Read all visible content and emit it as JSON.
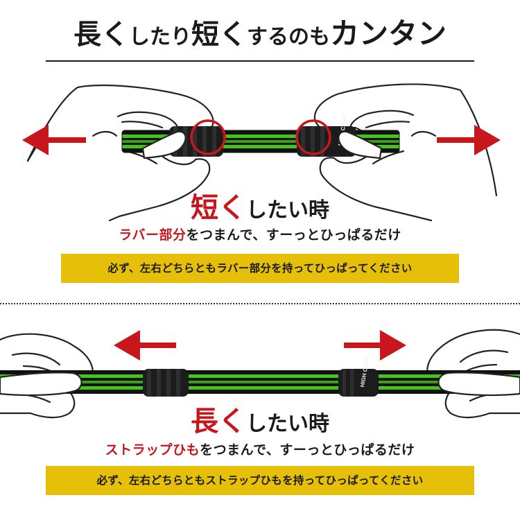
{
  "title": {
    "part1": "長く",
    "part2": "したり",
    "part3": "短く",
    "part4": "するのも",
    "part5": "カンタン"
  },
  "shorten": {
    "heading_em": "短く",
    "heading_rest": "したい時",
    "sub_red": "ラバー部分",
    "sub_black": "をつまんで、すーっとひっぱるだけ",
    "note": "必ず、左右どちらともラバー部分を持ってひっぱってください",
    "stopper_logo": "HIGH CAMP"
  },
  "lengthen": {
    "heading_em": "長く",
    "heading_rest": "したい時",
    "sub_red": "ストラップひも",
    "sub_black": "をつまんで、すーっとひっぱるだけ",
    "note": "必ず、左右どちらともストラップひもを持ってひっぱってください",
    "stopper_logo": "HIGH CAMP"
  },
  "colors": {
    "accent_red": "#c8161d",
    "strap_black": "#111111",
    "strap_green": "#46c21e",
    "note_yellow": "#e6bf08"
  },
  "icons": {
    "arrow_left": "arrow-left-icon",
    "arrow_right": "arrow-right-icon",
    "highlight_circle": "highlight-circle-icon"
  }
}
